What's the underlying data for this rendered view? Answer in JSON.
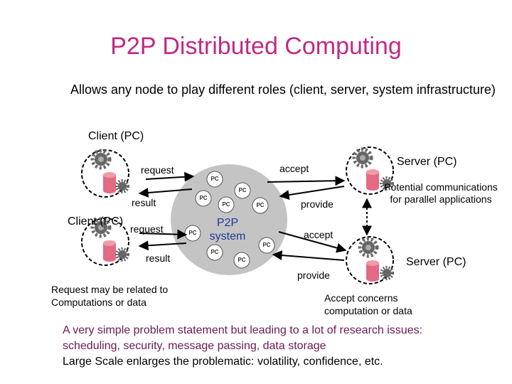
{
  "title": "P2P Distributed Computing",
  "intro": "Allows any node to play different roles (client, server, system infrastructure)",
  "nodes": {
    "client_top": "Client (PC)",
    "client_mid": "Client (PC)",
    "server_top": "Server (PC)",
    "server_bottom": "Server (PC)"
  },
  "arrows": {
    "request_top": "request",
    "result_top": "result",
    "request_mid": "request",
    "result_mid": "result",
    "accept_top": "accept",
    "provide_top": "provide",
    "accept_bottom": "accept",
    "provide_bottom": "provide"
  },
  "p2p_system": {
    "label": "P2P system",
    "pc_label": "PC"
  },
  "potential": "Potential communications for parallel applications",
  "request_note": "Request may be related to Computations or data",
  "accept_note": "Accept concerns computation or data",
  "bottom": {
    "line1": "A very simple problem statement but leading to a  lot of research issues:",
    "line2": "scheduling, security, message passing, data storage",
    "line3": "Large Scale enlarges the problematic: volatility, confidence, etc."
  },
  "colors": {
    "title": "#c02a86",
    "cloud": "#c4c4c4",
    "cylinder": "#e36a82",
    "p2p_label": "#1f3a99",
    "bottom_text": "#6b1a52"
  }
}
